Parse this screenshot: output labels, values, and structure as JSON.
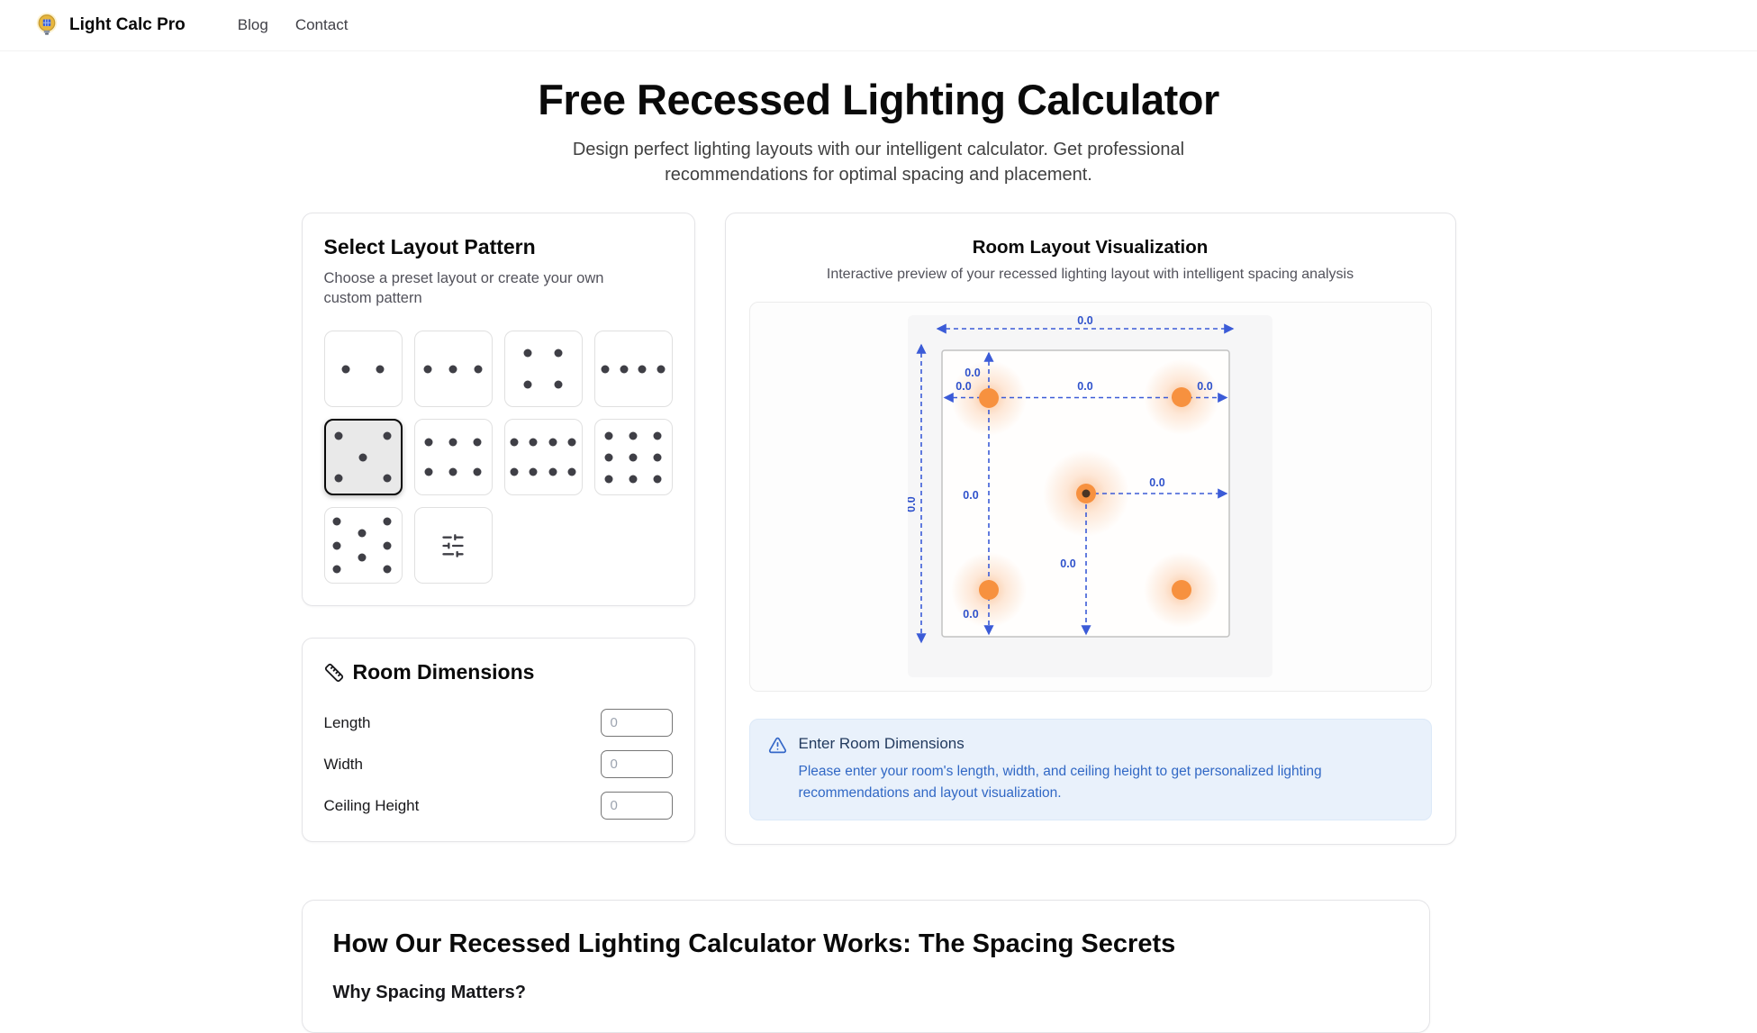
{
  "nav": {
    "brand": "Light Calc Pro",
    "links": [
      {
        "label": "Blog"
      },
      {
        "label": "Contact"
      }
    ]
  },
  "hero": {
    "title": "Free Recessed Lighting Calculator",
    "subtitle": "Design perfect lighting layouts with our intelligent calculator. Get professional recommendations for optimal spacing and placement."
  },
  "pattern_panel": {
    "title": "Select Layout Pattern",
    "subtitle": "Choose a preset layout or create your own custom pattern",
    "selected_pattern": "5-lights-quincunx",
    "patterns": [
      {
        "name": "2-lights-row",
        "dots": [
          [
            28,
            50
          ],
          [
            72,
            50
          ]
        ]
      },
      {
        "name": "3-lights-row",
        "dots": [
          [
            17,
            50
          ],
          [
            50,
            50
          ],
          [
            83,
            50
          ]
        ]
      },
      {
        "name": "4-lights-grid",
        "dots": [
          [
            30,
            29
          ],
          [
            70,
            29
          ],
          [
            30,
            71
          ],
          [
            70,
            71
          ]
        ]
      },
      {
        "name": "4-lights-row",
        "dots": [
          [
            14,
            50
          ],
          [
            38,
            50
          ],
          [
            62,
            50
          ],
          [
            86,
            50
          ]
        ]
      },
      {
        "name": "5-lights-quincunx",
        "dots": [
          [
            18,
            21
          ],
          [
            82,
            21
          ],
          [
            50,
            50
          ],
          [
            18,
            79
          ],
          [
            82,
            79
          ]
        ],
        "selected": true
      },
      {
        "name": "6-lights-grid",
        "dots": [
          [
            18,
            30
          ],
          [
            50,
            30
          ],
          [
            82,
            30
          ],
          [
            18,
            70
          ],
          [
            50,
            70
          ],
          [
            82,
            70
          ]
        ]
      },
      {
        "name": "8-lights-grid",
        "dots": [
          [
            12,
            30
          ],
          [
            37,
            30
          ],
          [
            63,
            30
          ],
          [
            88,
            30
          ],
          [
            12,
            70
          ],
          [
            37,
            70
          ],
          [
            63,
            70
          ],
          [
            88,
            70
          ]
        ]
      },
      {
        "name": "9-lights-grid",
        "dots": [
          [
            18,
            21
          ],
          [
            50,
            21
          ],
          [
            82,
            21
          ],
          [
            18,
            50
          ],
          [
            50,
            50
          ],
          [
            82,
            50
          ],
          [
            18,
            79
          ],
          [
            50,
            79
          ],
          [
            82,
            79
          ]
        ]
      },
      {
        "name": "8-lights-staggered",
        "dots": [
          [
            16,
            18
          ],
          [
            82,
            18
          ],
          [
            49,
            33
          ],
          [
            16,
            50
          ],
          [
            82,
            50
          ],
          [
            49,
            66
          ],
          [
            16,
            82
          ],
          [
            82,
            82
          ]
        ]
      },
      {
        "name": "custom",
        "icon": "sliders"
      }
    ]
  },
  "dimensions_panel": {
    "title": "Room Dimensions",
    "fields": [
      {
        "label": "Length",
        "value": "",
        "placeholder": "0"
      },
      {
        "label": "Width",
        "value": "",
        "placeholder": "0"
      },
      {
        "label": "Ceiling Height",
        "value": "",
        "placeholder": "0"
      }
    ]
  },
  "visualization_panel": {
    "title": "Room Layout Visualization",
    "subtitle": "Interactive preview of your recessed lighting layout with intelligent spacing analysis",
    "value_label": "0.0",
    "lights_count": 5,
    "layout": "quincunx"
  },
  "alert": {
    "title": "Enter Room Dimensions",
    "message": "Please enter your room's length, width, and ceiling height to get personalized lighting recommendations and layout visualization."
  },
  "article": {
    "title": "How Our Recessed Lighting Calculator Works: The Spacing Secrets",
    "subheading": "Why Spacing Matters?"
  },
  "colors": {
    "accent_blue": "#3b5bd7",
    "dim_label_blue": "#2f52cc",
    "light_orange": "#f7913f",
    "selected_border": "#0a0a0a",
    "alert_bg": "#e9f1fb",
    "alert_title": "#223a5e",
    "alert_text": "#3168c5"
  }
}
